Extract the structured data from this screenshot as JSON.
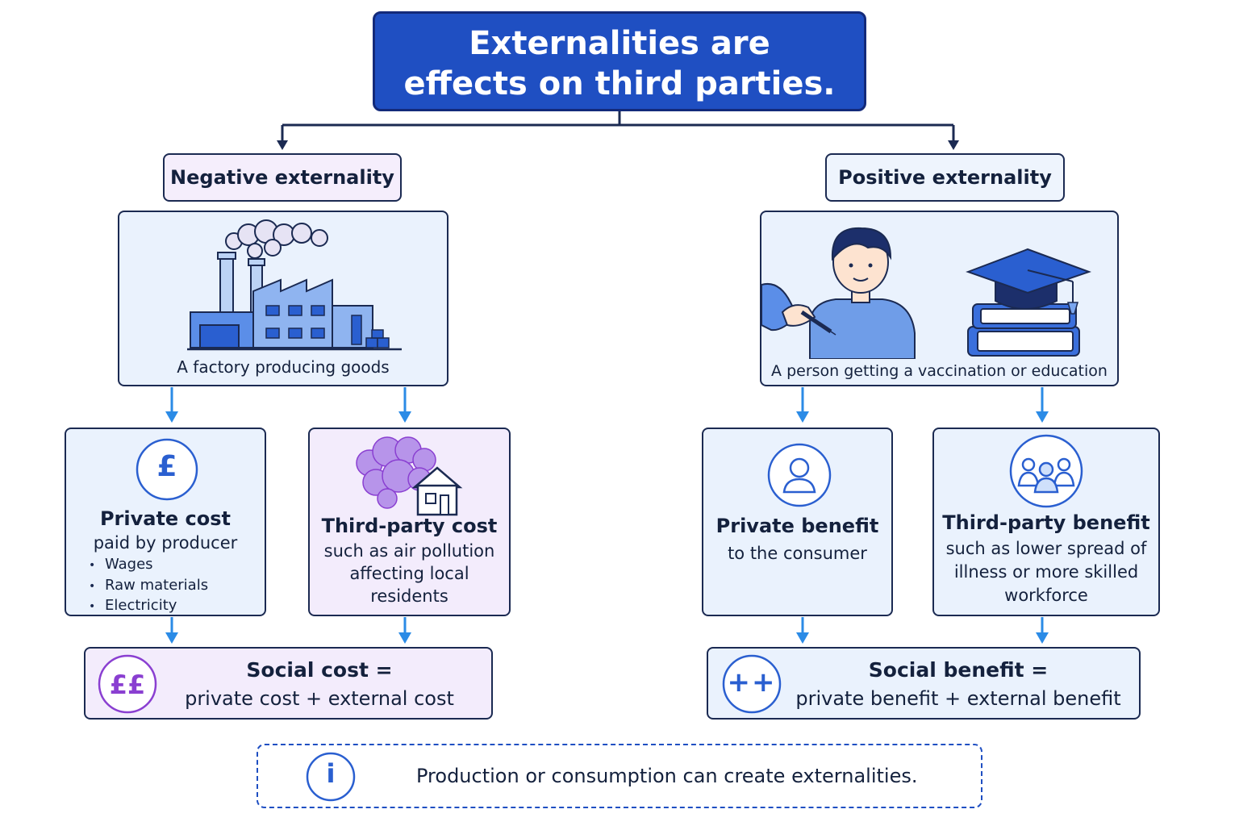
{
  "title": {
    "line1": "Externalities are",
    "line2": "effects on third parties."
  },
  "negative": {
    "heading": "Negative externality",
    "illustration_caption": "A factory producing goods",
    "private_cost": {
      "icon": "pound-icon",
      "symbol": "£",
      "title": "Private cost",
      "subtitle": "paid by producer",
      "items": [
        "Wages",
        "Raw materials",
        "Electricity"
      ]
    },
    "third_party_cost": {
      "title": "Third-party cost",
      "lines": [
        "such as air pollution",
        "affecting local",
        "residents"
      ]
    },
    "social_cost": {
      "icon": "double-pound-icon",
      "symbol": "££",
      "line1": "Social cost =",
      "line2": "private cost + external cost"
    }
  },
  "positive": {
    "heading": "Positive externality",
    "illustration_caption": "A person getting a vaccination or education",
    "private_benefit": {
      "icon": "person-icon",
      "title": "Private benefit",
      "subtitle": "to the consumer"
    },
    "third_party_benefit": {
      "icon": "group-icon",
      "title": "Third-party benefit",
      "lines": [
        "such as lower spread of",
        "illness or more skilled",
        "workforce"
      ]
    },
    "social_benefit": {
      "icon": "plus-plus-icon",
      "symbol": "++",
      "line1": "Social benefit =",
      "line2": "private benefit + external benefit"
    }
  },
  "note": {
    "icon": "info-icon",
    "symbol": "i",
    "text": "Production or consumption can create externalities."
  },
  "colors": {
    "title_bg": "#1f4fc2",
    "arrow": "#2b8be6",
    "connector": "#1b2a52",
    "panel_blue": "#eaf2fd",
    "panel_lilac": "#f3ecfc",
    "accent_purple": "#8a3fd1"
  }
}
